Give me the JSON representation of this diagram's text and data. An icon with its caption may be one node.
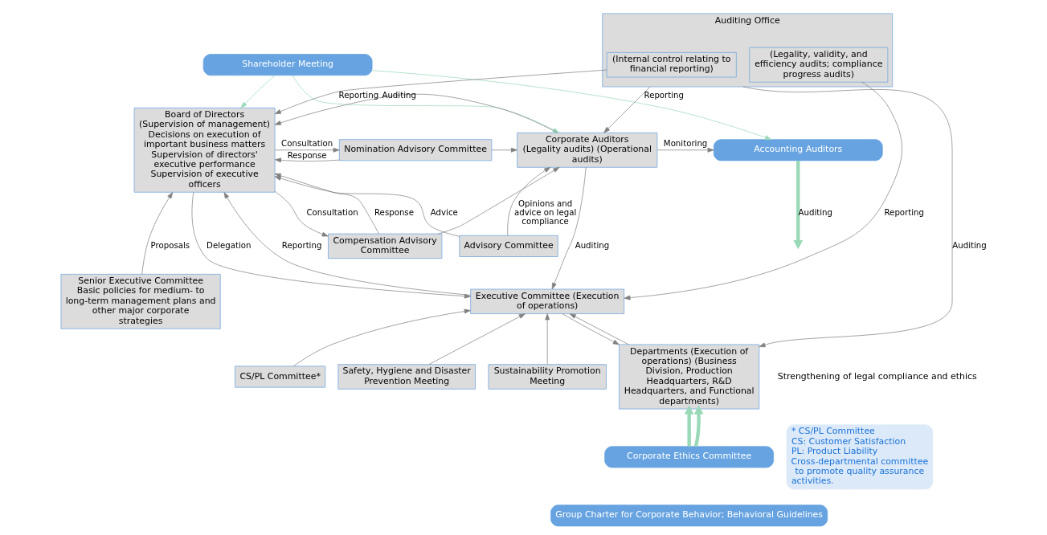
{
  "diagram": {
    "nodes": [
      {
        "text": [
          "Shareholder Meeting"
        ]
      },
      {
        "text": [
          "Nomination Advisory Committee"
        ]
      },
      {
        "text": [
          "Compensation Advisory Committee"
        ]
      },
      {
        "text": [
          "Board of Directors (Supervision of management)",
          "Decisions on execution of important business matters",
          "Supervision of directors' executive performance",
          "Supervision of executive officers"
        ]
      },
      {
        "text": [
          "Corporate Auditors",
          "(Legality audits) (Operational audits)"
        ]
      },
      {
        "text": [
          "Accounting Auditors"
        ]
      },
      {
        "text": [
          "Advisory Committee"
        ]
      },
      {
        "text": [
          "Senior Executive Committee",
          "Basic policies for medium- to long-term management plans and other major corporate strategies"
        ]
      },
      {
        "text": [
          "Executive Committee (Execution of operations)"
        ]
      },
      {
        "text": [
          "Auditing Office"
        ]
      },
      {
        "text": [
          "(Internal control relating to financial reporting)"
        ],
        "in": 9
      },
      {
        "text": [
          "(Legality, validity, and efficiency audits; compliance progress audits)"
        ],
        "in": 9
      },
      {
        "text": [
          "Sustainability Promotion Meeting"
        ]
      },
      {
        "text": [
          "CS/PL Committee*"
        ]
      },
      {
        "text": [
          "Safety, Hygiene and Disaster Prevention Meeting"
        ]
      },
      {
        "text": [
          "Departments (Execution of operations) (Business Division, Production Headquarters, R&D Headquarters, and Functional departments)"
        ]
      },
      {
        "text": [
          "Corporate Ethics Committee"
        ]
      },
      {
        "text": [
          "Group Charter for Corporate Behavior; Behavioral Guidelines"
        ]
      },
      {
        "text": [
          "* CS/PL Committee",
          "CS: Customer Satisfaction",
          "PL: Product Liability",
          "Cross-departmental committee to promote quality assurance activities."
        ]
      }
    ],
    "edges": [
      {
        "from": 0,
        "to": 3,
        "arrow": "to",
        "color": "#99d9b8"
      },
      {
        "from": 0,
        "to": 4,
        "arrow": "to",
        "color": "#99d9b8"
      },
      {
        "from": 0,
        "to": 5,
        "arrow": "to",
        "color": "#99d9b8"
      },
      {
        "from": 3,
        "to": 1,
        "arrow": "to",
        "label": "Consultation"
      },
      {
        "from": 1,
        "to": 3,
        "arrow": "to",
        "label": "Response"
      },
      {
        "from": 3,
        "to": 2,
        "arrow": "to",
        "label": "Consultation"
      },
      {
        "from": 2,
        "to": 3,
        "arrow": "to",
        "label": "Response"
      },
      {
        "from": 4,
        "to": 3,
        "arrow": "to",
        "label": "Auditing"
      },
      {
        "from": 4,
        "to": 8,
        "arrow": "to",
        "label": "Auditing"
      },
      {
        "from": 4,
        "to": 5,
        "arrow": "to",
        "label": "Monitoring"
      },
      {
        "from": 1,
        "to": 4,
        "arrow": "to"
      },
      {
        "from": 2,
        "to": 4,
        "arrow": "to"
      },
      {
        "from": 6,
        "to": 4,
        "arrow": "to",
        "label": "Opinions and advice on legal compliance"
      },
      {
        "from": 6,
        "to": 3,
        "arrow": "to",
        "label": "Advice"
      },
      {
        "from": 7,
        "to": 3,
        "arrow": "to",
        "label": "Proposals"
      },
      {
        "from": 8,
        "to": 3,
        "arrow": "to",
        "label": "Reporting"
      },
      {
        "from": 3,
        "to": 8,
        "arrow": "to",
        "label": "Delegation"
      },
      {
        "from": 10,
        "to": 3,
        "arrow": "to",
        "label": "Reporting"
      },
      {
        "from": 9,
        "to": 4,
        "arrow": "to",
        "label": "Reporting"
      },
      {
        "from": 11,
        "to": 8,
        "arrow": "to",
        "label": "Reporting"
      },
      {
        "from": 5,
        "to": null,
        "arrow": "to",
        "label": "Auditing",
        "style": "thick",
        "color": "#99d9b8"
      },
      {
        "from": 9,
        "to": 15,
        "arrow": "to",
        "label": "Auditing"
      },
      {
        "from": 8,
        "to": 15,
        "arrow": "to"
      },
      {
        "from": 15,
        "to": 8,
        "arrow": "to"
      },
      {
        "from": 12,
        "to": 8,
        "arrow": "to"
      },
      {
        "from": 13,
        "to": 8,
        "arrow": "to"
      },
      {
        "from": 14,
        "to": 8,
        "arrow": "to"
      },
      {
        "from": 16,
        "to": 15,
        "arrow": "to",
        "style": "thick",
        "color": "#99d9b8"
      },
      {
        "from": 16,
        "to": 15,
        "arrow": "to",
        "style": "thick",
        "color": "#99d9b8"
      }
    ],
    "labels": [
      "Strengthening of legal compliance and ethics"
    ]
  }
}
